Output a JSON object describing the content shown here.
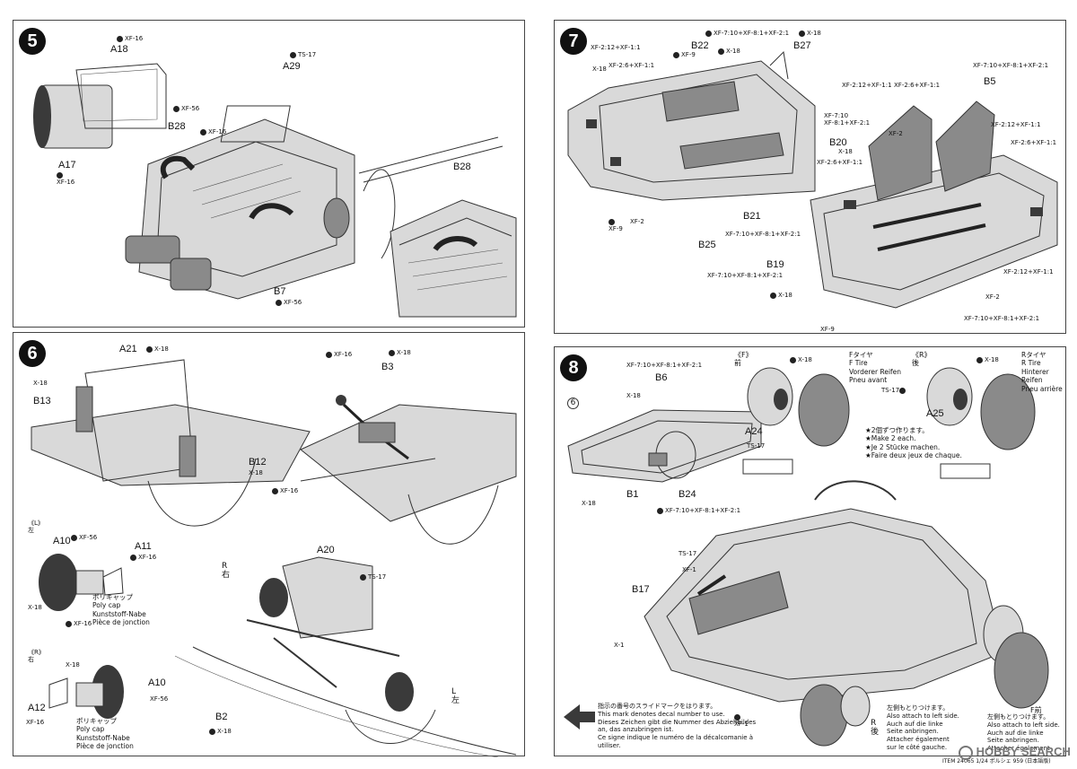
{
  "steps": {
    "s5": {
      "number": "5",
      "parts": {
        "a18": "A18",
        "a17": "A17",
        "a29": "A29",
        "b28a": "B28",
        "b28b": "B28",
        "b7": "B7"
      },
      "colors": {
        "xf16_a": "XF-16",
        "xf16_b": "XF-16",
        "xf16_c": "XF-16",
        "ts17": "TS-17",
        "xf56_a": "XF-56",
        "xf56_b": "XF-56"
      }
    },
    "s6": {
      "number": "6",
      "parts": {
        "a21": "A21",
        "b13": "B13",
        "b12": "B12",
        "b3": "B3",
        "a20": "A20",
        "a10l": "A10",
        "a11": "A11",
        "a10r": "A10",
        "a12": "A12",
        "b2": "B2"
      },
      "colors": {
        "x18_a": "X-18",
        "x18_b": "X-18",
        "x18_c": "X-18",
        "x18_d": "X-18",
        "x18_e": "X-18",
        "x18_f": "X-18",
        "xf16_a": "XF-16",
        "xf16_b": "XF-16",
        "xf16_c": "XF-16",
        "xf16_d": "XF-16",
        "xf16_e": "XF-16",
        "xf56_a": "XF-56",
        "xf56_b": "XF-56",
        "ts17": "TS-17",
        "x18_g": "X-18"
      },
      "side_l": "《L》",
      "side_l_jp": "左",
      "side_r": "《R》",
      "side_r_jp": "右",
      "r_mark": "R",
      "r_mark_jp": "右",
      "l_mark": "L",
      "l_mark_jp": "左",
      "polycap": [
        "ポリキャップ",
        "Poly cap",
        "Kunststoff-Nabe",
        "Pièce de jonction"
      ],
      "polycap2": [
        "ポリキャップ",
        "Poly cap",
        "Kunststoff-Nabe",
        "Pièce de jonction"
      ]
    },
    "s7": {
      "number": "7",
      "parts": {
        "b22": "B22",
        "b27": "B27",
        "b5": "B5",
        "b20": "B20",
        "b21": "B21",
        "b25": "B25",
        "b19": "B19"
      },
      "colors": {
        "c1": "XF-7:10+XF-8:1+XF-2:1",
        "c2": "X-18",
        "c3": "XF-2:12+XF-1:1",
        "c4": "XF-9",
        "c5": "X-18",
        "c6": "XF-2:6+XF-1:1",
        "c7": "X-18",
        "c8": "XF-7:10+XF-8:1+XF-2:1",
        "c9": "XF-2:12+XF-1:1",
        "c10": "XF-2:6+XF-1:1",
        "c11a": "XF-7:10",
        "c11b": "XF-8:1+XF-2:1",
        "c12": "XF-2",
        "c13": "XF-2:12+XF-1:1",
        "c14": "X-18",
        "c15": "XF-2:6+XF-1:1",
        "c16": "XF-2:6+XF-1:1",
        "c17": "XF-9",
        "c18": "XF-2",
        "c19": "XF-7:10+XF-8:1+XF-2:1",
        "c20": "XF-7:10+XF-8:1+XF-2:1",
        "c21": "X-18",
        "c22": "XF-9",
        "c23": "XF-2:12+XF-1:1",
        "c24": "XF-2",
        "c25": "XF-7:10+XF-8:1+XF-2:1"
      }
    },
    "s8": {
      "number": "8",
      "parts": {
        "b6": "B6",
        "b1": "B1",
        "b24": "B24",
        "b17": "B17",
        "a24": "A24",
        "a25": "A25"
      },
      "colors": {
        "c1": "XF-7:10+XF-8:1+XF-2:1",
        "c2": "X-18",
        "c3": "X-18",
        "c4": "XF-7:10+XF-8:1+XF-2:1",
        "c5": "TS-17",
        "c6": "XF-1",
        "c7": "X-1",
        "c8": "XF-1",
        "c9": "X-18",
        "c10": "TS-17",
        "c11": "X-18",
        "c12": "TS-17"
      },
      "decal_ref": "6",
      "front_tag": "《F》",
      "front_tag_jp": "前",
      "rear_tag": "《R》",
      "rear_tag_jp": "後",
      "ftire": [
        "Fタイヤ",
        "F Tire",
        "Vorderer Reifen",
        "Pneu avant"
      ],
      "rtire": [
        "Rタイヤ",
        "R Tire",
        "Hinterer Reifen",
        "Pneu arrière"
      ],
      "make2": [
        "★2個ずつ作ります。",
        "★Make 2 each.",
        "★Je 2 Stücke machen.",
        "★Faire deux jeux de chaque."
      ],
      "decal_note": [
        "指示の番号のスライドマークをはります。",
        "This mark denotes decal number to use.",
        "Dieses Zeichen gibt die Nummer des Abziehbildes",
        "an, das anzubringen ist.",
        "Ce signe indique le numéro de la décalcomanie à",
        "utiliser."
      ],
      "also_left": [
        "左側もとりつけます。",
        "Also attach to left side.",
        "Auch auf die linke",
        "Seite anbringen.",
        "Attacher également",
        "sur le côté gauche."
      ],
      "also_left2": [
        "左側もとりつけます。",
        "Also attach to left side.",
        "Auch auf die linke",
        "Seite anbringen.",
        "Attacher également"
      ],
      "r_rear": "R",
      "r_rear_jp": "後",
      "f_front": "F前",
      "item_text": "ITEM 24065 1/24 ポルシェ 959 (日本語版)",
      "watermark": "HOBBY SEARCH"
    }
  }
}
